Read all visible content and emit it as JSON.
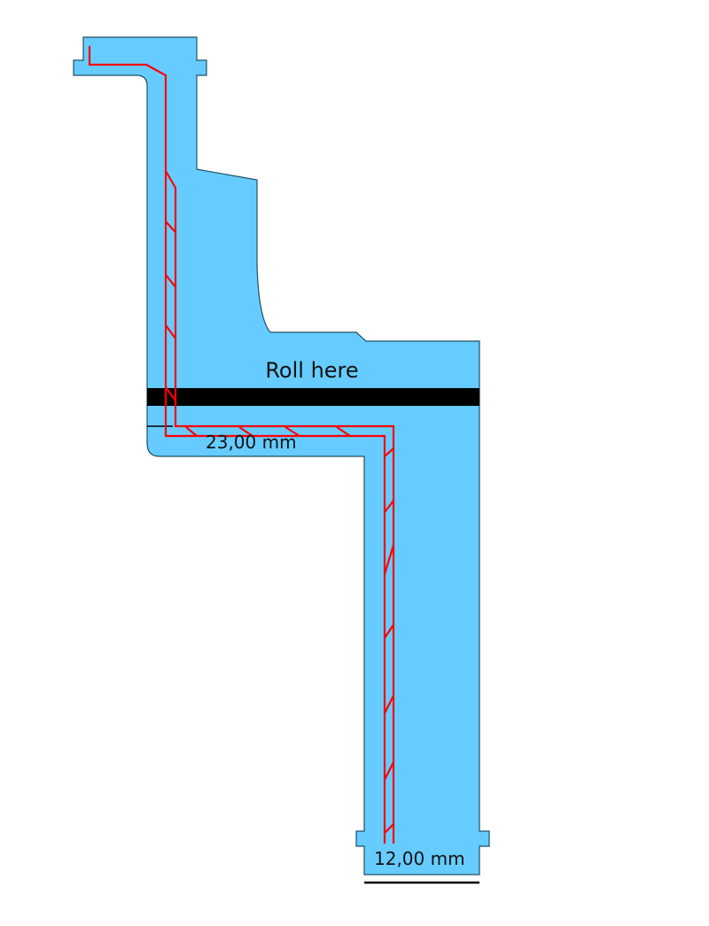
{
  "labels": {
    "roll": "Roll here",
    "width_top": "23,00 mm",
    "width_bottom": "12,00 mm"
  },
  "colors": {
    "fill": "#66ccff",
    "outline": "#1f4f66",
    "trace": "#ff0000",
    "band": "#000000"
  }
}
